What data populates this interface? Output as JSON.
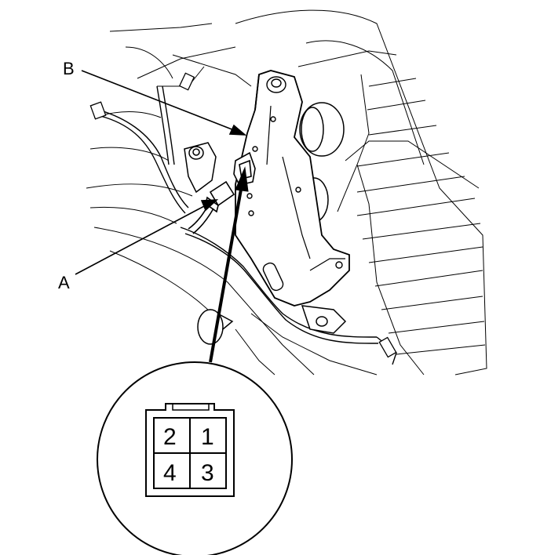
{
  "callouts": {
    "a": "A",
    "b": "B"
  },
  "connector": {
    "pins": [
      "2",
      "1",
      "4",
      "3"
    ]
  }
}
